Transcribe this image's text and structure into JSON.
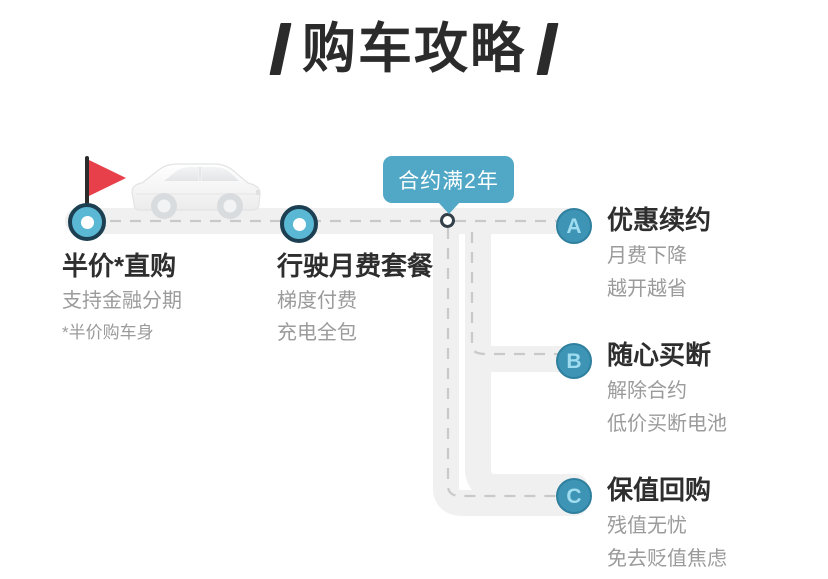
{
  "header": {
    "title": "购车攻略",
    "left_bar_icon": "slant-bar-icon",
    "right_bar_icon": "slant-bar-icon"
  },
  "journey": {
    "flag_icon": "red-flag-icon",
    "car_icon": "white-suv-icon",
    "callout": {
      "label": "合约满2年",
      "color": "#51a8c6"
    },
    "stops": [
      {
        "marker": "route-node-start",
        "title": "半价*直购",
        "sub1": "支持金融分期",
        "sub2": "*半价购车身"
      },
      {
        "marker": "route-node-mid",
        "title": "行驶月费套餐",
        "sub1": "梯度付费",
        "sub2": "充电全包"
      }
    ],
    "branches": [
      {
        "badge": "A",
        "title": "优惠续约",
        "sub1": "月费下降",
        "sub2": "越开越省"
      },
      {
        "badge": "B",
        "title": "随心买断",
        "sub1": "解除合约",
        "sub2": "低价买断电池"
      },
      {
        "badge": "C",
        "title": "保值回购",
        "sub1": "残值无忧",
        "sub2": "免去贬值焦虑"
      }
    ]
  },
  "colors": {
    "road": "#f0f0f0",
    "road_dash": "#cfcfcf",
    "accent_blue": "#5bb8d4",
    "badge_blue": "#3d94b5",
    "flag_red": "#e8404a",
    "title_dark": "#2b2b2b",
    "sub_gray": "#9b9b9b"
  }
}
